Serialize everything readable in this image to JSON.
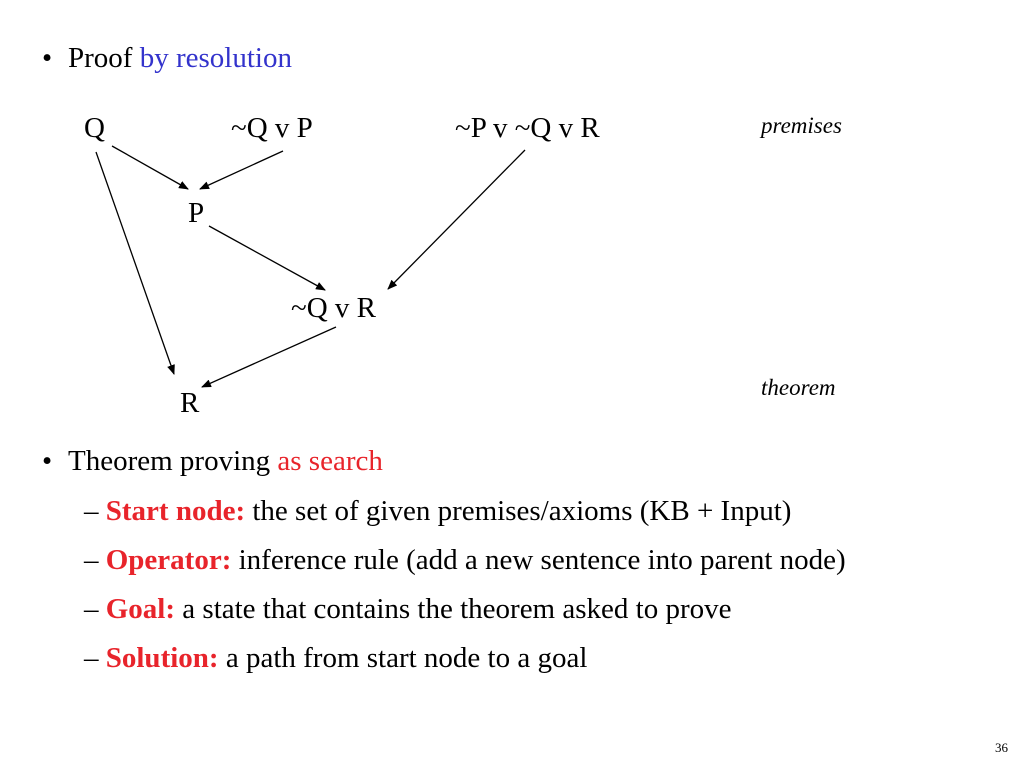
{
  "header": {
    "bullet": "•",
    "lead": "Proof",
    "accent": "by resolution"
  },
  "diagram": {
    "nodes": {
      "q": "Q",
      "not_q_or_p": "~Q v P",
      "not_p_or_not_q_or_r": "~P v ~Q v R",
      "p": "P",
      "not_q_or_r": "~Q v R",
      "r": "R"
    },
    "labels": {
      "premises": "premises",
      "theorem": "theorem"
    }
  },
  "search_section": {
    "bullet": "•",
    "lead": "Theorem proving",
    "accent": "as search",
    "items": [
      {
        "dash": "–",
        "term": "Start node:",
        "text": "the set of given premises/axioms (KB + Input)"
      },
      {
        "dash": "–",
        "term": "Operator:",
        "text": "inference rule (add a new sentence into parent node)"
      },
      {
        "dash": "–",
        "term": "Goal:",
        "text": "a state that contains the theorem asked to prove"
      },
      {
        "dash": "–",
        "term": "Solution:",
        "text": "a path from start node to a goal"
      }
    ]
  },
  "page_number": "36",
  "colors": {
    "accent_blue": "#3333cc",
    "accent_red": "#e8242b"
  }
}
